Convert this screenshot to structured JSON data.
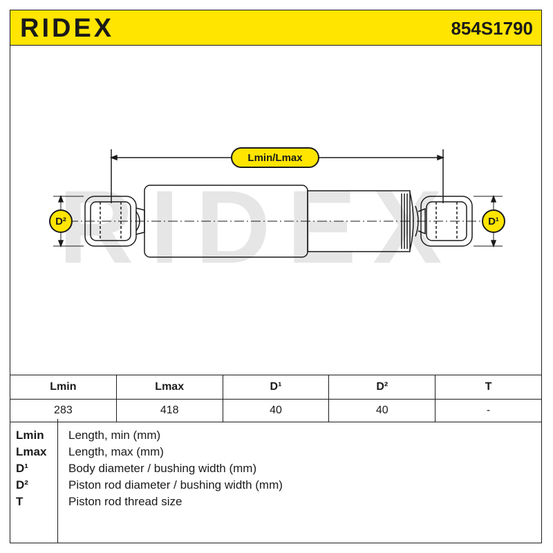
{
  "header": {
    "brand": "RIDEX",
    "part_number": "854S1790"
  },
  "diagram": {
    "watermark": "RIDEX",
    "length_label": "Lmin/Lmax",
    "d1_label": "D¹",
    "d2_label": "D²"
  },
  "spec_table": {
    "headers": [
      "Lmin",
      "Lmax",
      "D¹",
      "D²",
      "T"
    ],
    "values": [
      "283",
      "418",
      "40",
      "40",
      "-"
    ]
  },
  "legend": [
    {
      "key": "Lmin",
      "desc": "Length, min (mm)"
    },
    {
      "key": "Lmax",
      "desc": "Length, max (mm)"
    },
    {
      "key": "D¹",
      "desc": "Body diameter / bushing width (mm)"
    },
    {
      "key": "D²",
      "desc": "Piston rod diameter / bushing width (mm)"
    },
    {
      "key": "T",
      "desc": "Piston rod thread size"
    }
  ],
  "colors": {
    "accent": "#ffe500",
    "ink": "#1a1a1a",
    "watermark": "#e6e6e6"
  }
}
